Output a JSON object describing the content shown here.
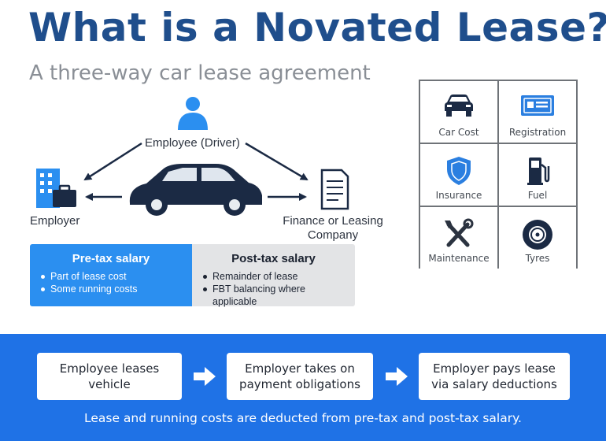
{
  "title": "What is a Novated Lease?",
  "subtitle": "A three-way car lease agreement",
  "diagram": {
    "employee": "Employee (Driver)",
    "employer": "Employer",
    "finance_line1": "Finance or Leasing",
    "finance_line2": "Company"
  },
  "salary": {
    "pre": {
      "heading": "Pre-tax salary",
      "items": [
        "Part of lease cost",
        "Some running costs"
      ]
    },
    "post": {
      "heading": "Post-tax salary",
      "items": [
        "Remainder of lease",
        "FBT balancing where applicable"
      ]
    }
  },
  "costs": [
    {
      "label": "Car Cost",
      "icon": "car-icon"
    },
    {
      "label": "Registration",
      "icon": "registration-icon"
    },
    {
      "label": "Insurance",
      "icon": "shield-icon"
    },
    {
      "label": "Fuel",
      "icon": "fuel-pump-icon"
    },
    {
      "label": "Maintenance",
      "icon": "tools-icon"
    },
    {
      "label": "Tyres",
      "icon": "tyre-icon"
    }
  ],
  "steps": [
    {
      "line1": "Employee leases",
      "line2": "vehicle"
    },
    {
      "line1": "Employer takes on",
      "line2": "payment obligations"
    },
    {
      "line1": "Employer pays lease",
      "line2": "via salary deductions"
    }
  ],
  "footer": "Lease and running costs are deducted from pre-tax and post-tax salary.",
  "colors": {
    "title": "#1f4e8c",
    "accent": "#2b8ff0",
    "banner": "#1f72e6",
    "navy": "#1b2a44"
  }
}
